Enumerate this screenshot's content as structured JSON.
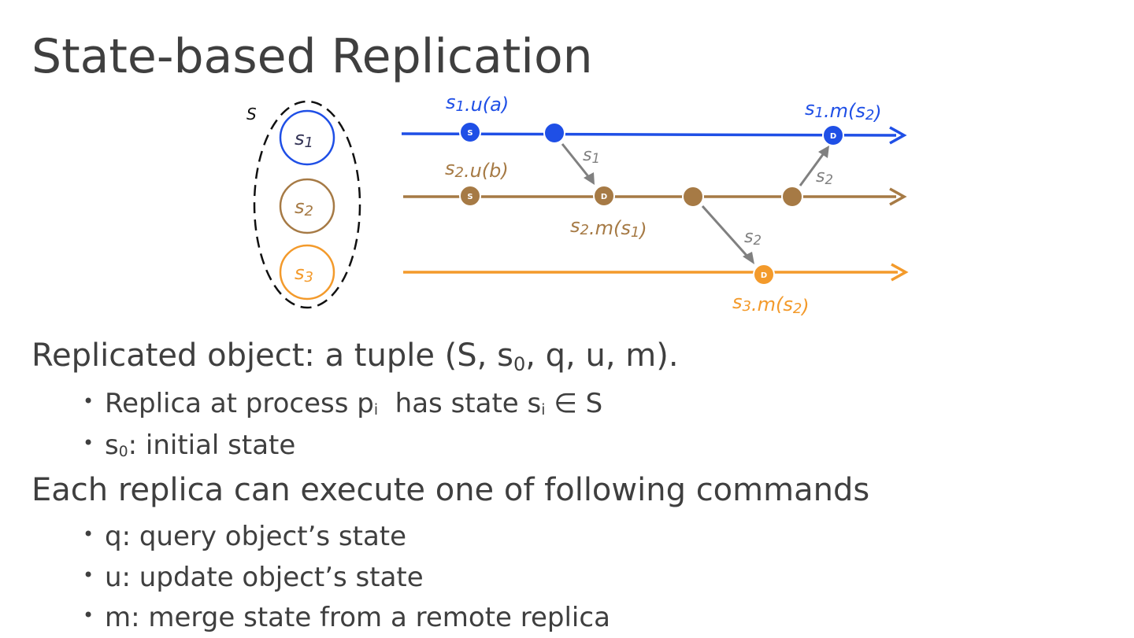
{
  "title": "State-based Replication",
  "diagram": {
    "set_label": "S",
    "states": [
      "s1",
      "s2",
      "s3"
    ],
    "colors": {
      "r1": "#1f4fe6",
      "r2": "#a67a45",
      "r3": "#f39a2b",
      "msg": "#808080"
    },
    "event_marks": {
      "update": "S",
      "merge": "D"
    },
    "labels": {
      "r1_update": "s1.u(a)",
      "r1_merge": "s1.m(s2)",
      "r2_update": "s2.u(b)",
      "r2_merge": "s2.m(s1)",
      "r3_merge": "s3.m(s2)",
      "msg1": "s1",
      "msg2": "s2",
      "msg3": "s2"
    }
  },
  "body": {
    "line1": {
      "prefix": "Replicated object: a tuple (S, s",
      "sub": "0",
      "suffix": ", q, u, m)."
    },
    "bullet1": {
      "a": "Replica at process p",
      "a_sub": "i",
      "b": "  has state s",
      "b_sub": "i",
      "c": " ∈ S"
    },
    "bullet2": {
      "a": "s",
      "a_sub": "0",
      "b": ": initial state"
    },
    "line2": "Each replica can execute one of following commands",
    "bullet3": "q: query object’s state",
    "bullet4": "u: update object’s state",
    "bullet5": "m: merge state from a remote replica"
  }
}
